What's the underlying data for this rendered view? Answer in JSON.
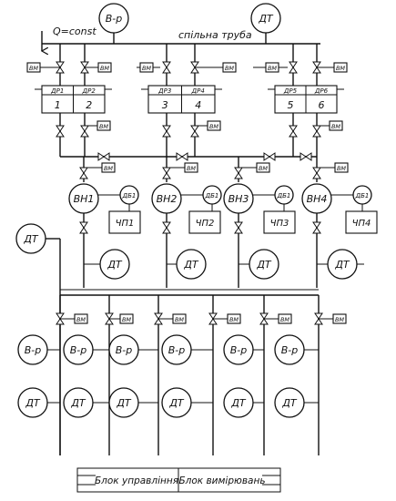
{
  "top": {
    "flow_label": "Q=const",
    "pipe_label": "спільна труба",
    "receiver_label": "В-р",
    "sensor_label": "ДТ"
  },
  "drive_label": "ВМ",
  "tank_groups": [
    {
      "sensors": [
        "ДР1",
        "ДР2"
      ],
      "tanks": [
        "1",
        "2"
      ]
    },
    {
      "sensors": [
        "ДР3",
        "ДР4"
      ],
      "tanks": [
        "3",
        "4"
      ]
    },
    {
      "sensors": [
        "ДР5",
        "ДР6"
      ],
      "tanks": [
        "5",
        "6"
      ]
    }
  ],
  "pumps": [
    {
      "label": "ВН1",
      "pressure": "ДБ1",
      "converter": "ЧП1",
      "temp": "ДТ"
    },
    {
      "label": "ВН2",
      "pressure": "ДБ1",
      "converter": "ЧП2",
      "temp": "ДТ"
    },
    {
      "label": "ВН3",
      "pressure": "ДБ1",
      "converter": "ЧП3",
      "temp": "ДТ"
    },
    {
      "label": "ВН4",
      "pressure": "ДБ1",
      "converter": "ЧП4",
      "temp": "ДТ"
    }
  ],
  "left_sensor": "ДТ",
  "consumers": [
    {
      "receiver": "В-р",
      "sensor": "ДТ"
    },
    {
      "receiver": "В-р",
      "sensor": "ДТ"
    },
    {
      "receiver": "В-р",
      "sensor": "ДТ"
    },
    {
      "receiver": "В-р",
      "sensor": "ДТ"
    },
    {
      "receiver": "В-р",
      "sensor": "ДТ"
    },
    {
      "receiver": "В-р",
      "sensor": "ДТ"
    }
  ],
  "legend": {
    "control_block": "Блок управління",
    "measure_block": "Блок вимірювань"
  }
}
